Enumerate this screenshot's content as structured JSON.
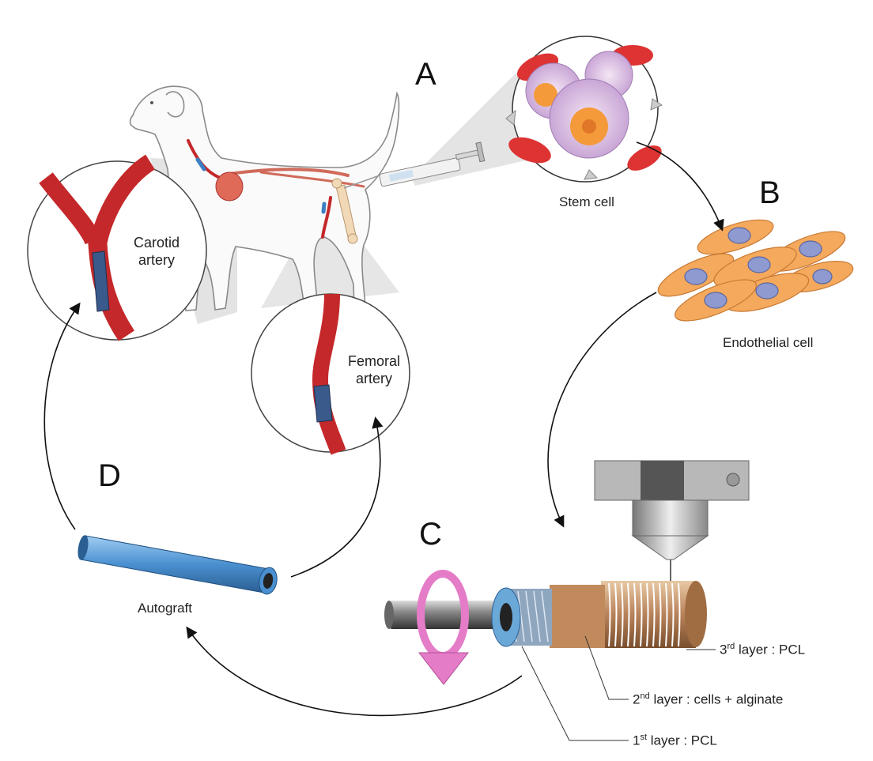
{
  "panels": {
    "a": "A",
    "b": "B",
    "c": "C",
    "d": "D"
  },
  "labels": {
    "stem_cell": "Stem cell",
    "endothelial_cell": "Endothelial cell",
    "carotid_line1": "Carotid",
    "carotid_line2": "artery",
    "femoral_line1": "Femoral",
    "femoral_line2": "artery",
    "autograft": "Autograft"
  },
  "layers": [
    {
      "ordinal": "3",
      "suffix": "rd",
      "text": " layer : PCL"
    },
    {
      "ordinal": "2",
      "suffix": "nd",
      "text": " layer : cells + alginate"
    },
    {
      "ordinal": "1",
      "suffix": "st",
      "text": " layer : PCL"
    }
  ],
  "colors": {
    "artery": "#c4282a",
    "graft": "#3a5a8c",
    "endothelial": "#f4a95c",
    "nucleus": "#8e9ad0",
    "tube": "#4a90d0",
    "rotation_arrow": "#e57cc8"
  }
}
